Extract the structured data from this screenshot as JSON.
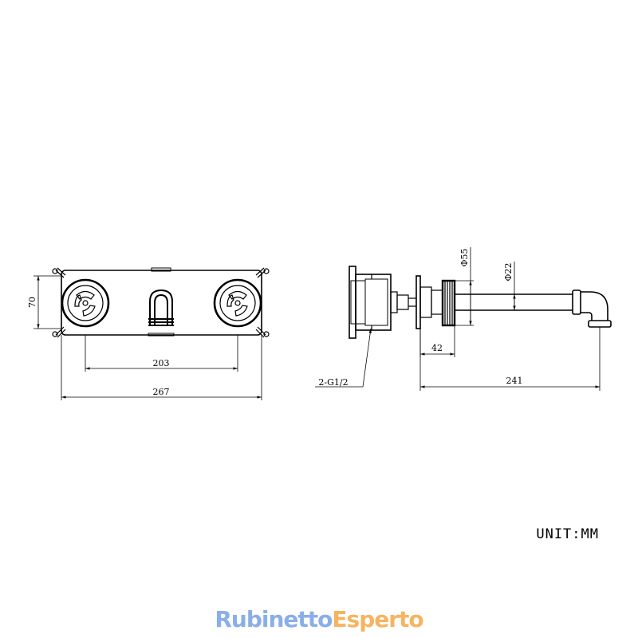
{
  "front_view": {
    "dim_height": "70",
    "dim_center": "203",
    "dim_width": "267"
  },
  "side_view": {
    "dim_thread": "2-G1/2",
    "dim_dia_flange": "Φ55",
    "dim_dia_spout": "Φ22",
    "dim_flange_depth": "42",
    "dim_projection": "241"
  },
  "unit_label": "UNIT:MM",
  "brand": {
    "part1": "Rubinetto",
    "part2": "Esperto",
    "color1": "#8aaeea",
    "color2": "#f6b461"
  }
}
